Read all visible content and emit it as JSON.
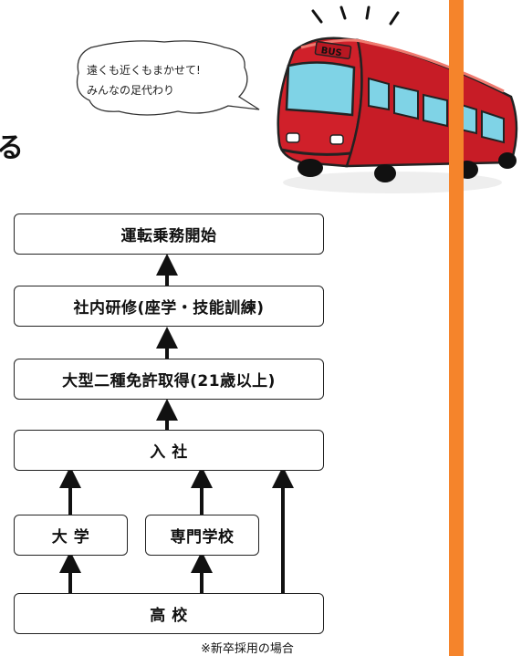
{
  "heading_fragment": "る",
  "speech_bubble": {
    "line1": "遠くも近くもまかせて!",
    "line2": "みんなの足代わり"
  },
  "bus_sign": "BUS",
  "flowchart": {
    "step_start_driving": "運転乗務開始",
    "step_training": "社内研修(座学・技能訓練)",
    "step_license": "大型二種免許取得(21歳以上)",
    "step_join": "入 社",
    "step_university": "大 学",
    "step_vocational": "専門学校",
    "step_highschool": "高 校"
  },
  "caption": "※新卒採用の場合",
  "colors": {
    "accent_orange": "#f5842b",
    "bus_red": "#d0202a",
    "bus_window": "#7fd3e6"
  }
}
